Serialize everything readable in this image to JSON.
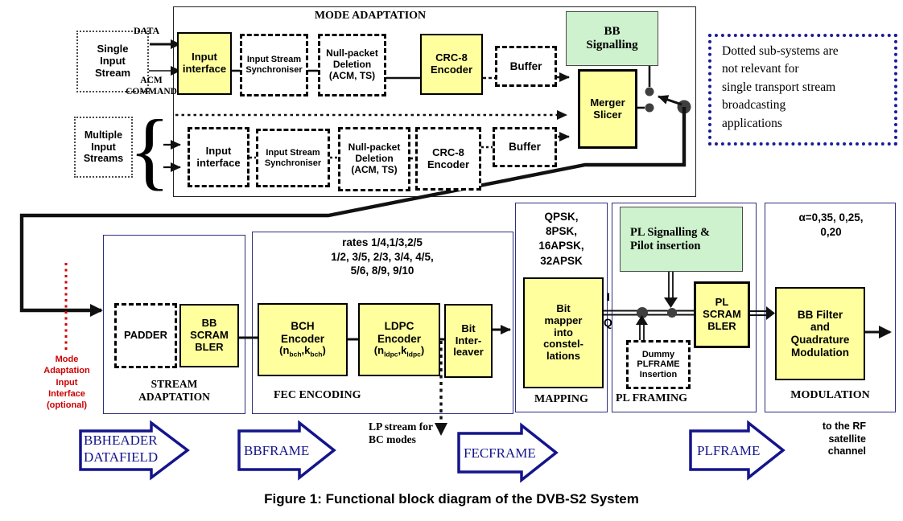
{
  "colors": {
    "yellow": "#ffff9e",
    "green": "#cdf2cd",
    "navy": "#14148c",
    "red": "#cc0000",
    "line": "#111111"
  },
  "top": {
    "title": "MODE ADAPTATION",
    "data_label": "DATA",
    "acm_label": "ACM\nCOMMAND",
    "single_input": "Single\nInput\nStream",
    "multiple_input": "Multiple\nInput\nStreams",
    "brace": "{",
    "row1": {
      "input_interface": "Input\ninterface",
      "synchroniser": "Input Stream\nSynchroniser",
      "null_packet": "Null-packet\nDeletion\n(ACM, TS)",
      "crc8": "CRC-8\nEncoder",
      "buffer": "Buffer"
    },
    "row2": {
      "input_interface": "Input\ninterface",
      "synchroniser": "Input Stream\nSynchroniser",
      "null_packet": "Null-packet\nDeletion\n(ACM, TS)",
      "crc8": "CRC-8\nEncoder",
      "buffer": "Buffer"
    },
    "bb_signalling": "BB\nSignalling",
    "merger_slicer": "Merger\nSlicer",
    "note": "Dotted sub-systems are\nnot relevant for\nsingle transport stream\nbroadcasting\napplications"
  },
  "stream_adaptation": {
    "padder": "PADDER",
    "bb_scrambler": "BB\nSCRAM\nBLER",
    "label": "STREAM\nADAPTATION",
    "optional_note": "Mode\nAdaptation\nInput\nInterface\n(optional)"
  },
  "fec": {
    "rates": "rates 1/4,1/3,2/5\n1/2, 3/5, 2/3, 3/4, 4/5,\n5/6, 8/9, 9/10",
    "bch": {
      "line1": "BCH",
      "line2": "Encoder",
      "p1": "(n",
      "s1": "bch",
      "p2": ",k",
      "s2": "bch",
      "p3": ")"
    },
    "ldpc": {
      "line1": "LDPC",
      "line2": "Encoder",
      "p1": "(n",
      "s1": "ldpc",
      "p2": ",k",
      "s2": "ldpc",
      "p3": ")"
    },
    "interleaver": "Bit\nInter-\nleaver",
    "label": "FEC ENCODING"
  },
  "mapping": {
    "constellations": "QPSK,\n8PSK,\n16APSK,\n32APSK",
    "bit_mapper": "Bit\nmapper\ninto\nconstel-\nlations",
    "label": "MAPPING",
    "i_label": "I",
    "q_label": "Q"
  },
  "pl_framing": {
    "pl_signalling": "PL Signalling &\nPilot insertion",
    "dummy_insertion": "Dummy\nPLFRAME\nInsertion",
    "pl_scrambler": "PL\nSCRAM\nBLER",
    "label": "PL FRAMING"
  },
  "modulation": {
    "rolloff": "α=0,35, 0,25,\n0,20",
    "bb_filter": "BB Filter\nand\nQuadrature\nModulation",
    "label": "MODULATION"
  },
  "frames": {
    "bbheader": "BBHEADER\nDATAFIELD",
    "bbframe": "BBFRAME",
    "fecframe": "FECFRAME",
    "plframe": "PLFRAME"
  },
  "annotations": {
    "lp_stream": "LP stream for\nBC modes",
    "rf_output": "to the RF\nsatellite\nchannel"
  },
  "caption": "Figure 1: Functional block diagram of the DVB-S2 System"
}
